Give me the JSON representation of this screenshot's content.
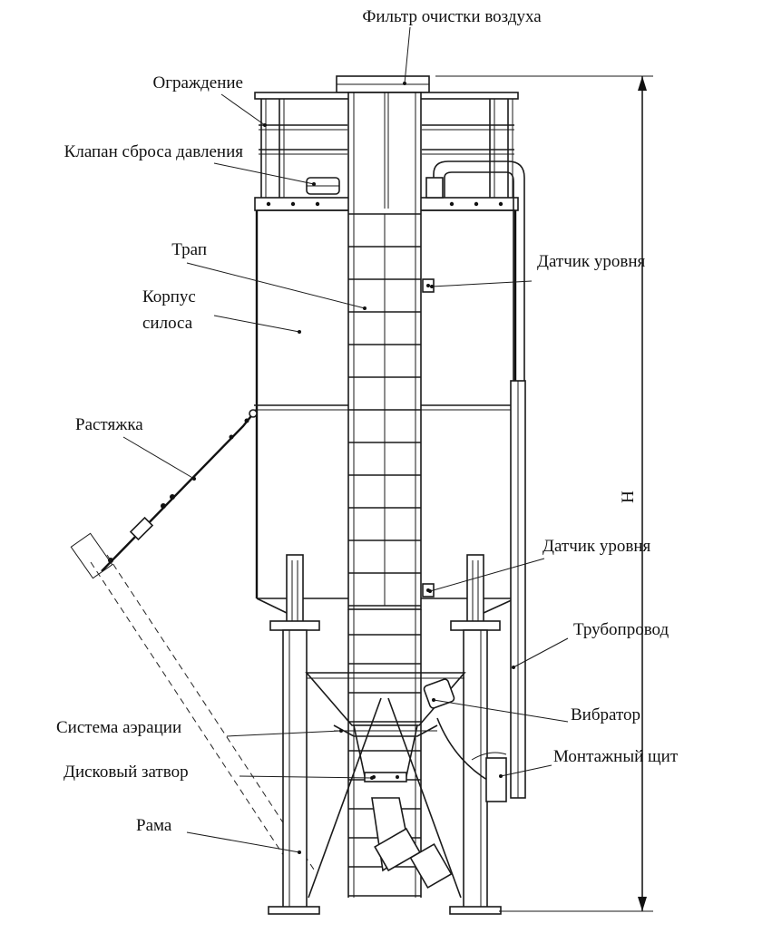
{
  "labels": {
    "air_filter": "Фильтр очистки воздуха",
    "railing": "Ограждение",
    "pressure_valve": "Клапан сброса давления",
    "ladder": "Трап",
    "silo_body_1": "Корпус",
    "silo_body_2": "силоса",
    "level_sensor_top": "Датчик уровня",
    "guy_wire": "Растяжка",
    "level_sensor_bottom": "Датчик уровня",
    "pipeline": "Трубопровод",
    "vibrator": "Вибратор",
    "aeration_system": "Система аэрации",
    "control_panel": "Монтажный щит",
    "disc_valve": "Дисковый затвор",
    "frame": "Рама",
    "height_dim": "H"
  },
  "colors": {
    "line": "#1a1a1a",
    "background": "#ffffff"
  }
}
